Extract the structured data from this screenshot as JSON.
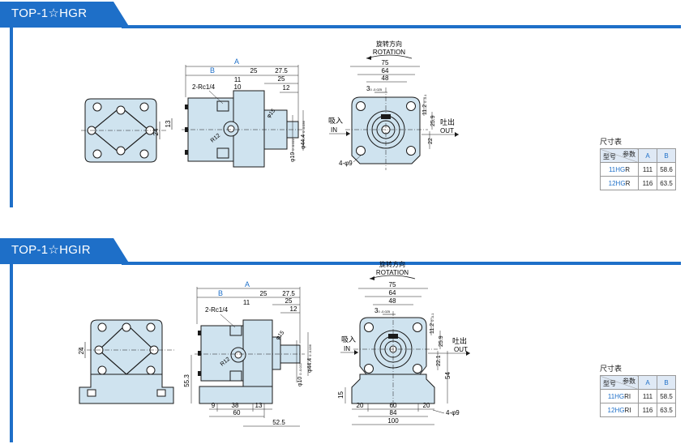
{
  "sections": [
    {
      "title": "TOP-1☆HGR",
      "front": {
        "dim_24": "24",
        "dim_13": "13"
      },
      "side": {
        "A": "A",
        "B": "B",
        "d25": "25",
        "d27_5": "27.5",
        "d25b": "25",
        "d12": "12",
        "d11": "11",
        "d10": "10",
        "port": "2-Rc1/4",
        "r12": "R12",
        "phi15": "φ15",
        "phi10": "φ10",
        "phi10_tol": "0 -0.022",
        "phi44": "φ44.4",
        "phi44_tol": "0 -0.036"
      },
      "end": {
        "rotation_cn": "旋转方向",
        "rotation_en": "ROTATION",
        "d75": "75",
        "d64": "64",
        "d48": "48",
        "d3": "3",
        "d3_tol": "0 -0.025",
        "d11_2": "11.2",
        "d25_9": "25.9",
        "d22": "22",
        "in_cn": "吸入",
        "in_en": "IN",
        "out_cn": "吐出",
        "out_en": "OUT",
        "holes": "4-φ9",
        "tol_small": "0 -0.1"
      },
      "table": {
        "title": "尺寸表",
        "param": "参数",
        "model": "型号",
        "col_a": "A",
        "col_b": "B",
        "rows": [
          {
            "model_blue": "11HG",
            "model_suffix": "R",
            "a": "111",
            "b": "58.6"
          },
          {
            "model_blue": "12HG",
            "model_suffix": "R",
            "a": "116",
            "b": "63.5"
          }
        ]
      }
    },
    {
      "title": "TOP-1☆HGIR",
      "front": {
        "dim_24": "24"
      },
      "side": {
        "A": "A",
        "B": "B",
        "d25": "25",
        "d27_5": "27.5",
        "d25b": "25",
        "d12": "12",
        "d11": "11",
        "port": "2-Rc1/4",
        "r12": "R12",
        "phi15": "φ15",
        "phi10": "φ10",
        "phi10_tol": "0 -0.022",
        "phi44": "φ44.4",
        "phi44_tol": "0 -0.036",
        "d55_3": "55.3",
        "d9": "9",
        "d38": "38",
        "d13": "13",
        "d60": "60",
        "d52_5": "52.5"
      },
      "end": {
        "rotation_cn": "旋转方向",
        "rotation_en": "ROTATION",
        "d75": "75",
        "d64": "64",
        "d48": "48",
        "d3": "3",
        "d3_tol": "0 -0.025",
        "d11_2": "11.2",
        "d25_9": "25.9",
        "d22_1": "22.1",
        "d54": "54",
        "d15": "15",
        "in_cn": "吸入",
        "in_en": "IN",
        "out_cn": "吐出",
        "out_en": "OUT",
        "holes": "4-φ9",
        "d20a": "20",
        "d60": "60",
        "d20b": "20",
        "d84": "84",
        "d100": "100",
        "tol_small": "0 -0.1"
      },
      "table": {
        "title": "尺寸表",
        "param": "参数",
        "model": "型号",
        "col_a": "A",
        "col_b": "B",
        "rows": [
          {
            "model_blue": "11HG",
            "model_suffix": "RI",
            "a": "111",
            "b": "58.5"
          },
          {
            "model_blue": "12HG",
            "model_suffix": "RI",
            "a": "116",
            "b": "63.5"
          }
        ]
      }
    }
  ],
  "colors": {
    "accent": "#1e6fc8",
    "part_fill": "#cfe3ef",
    "line": "#1a1a1a"
  }
}
